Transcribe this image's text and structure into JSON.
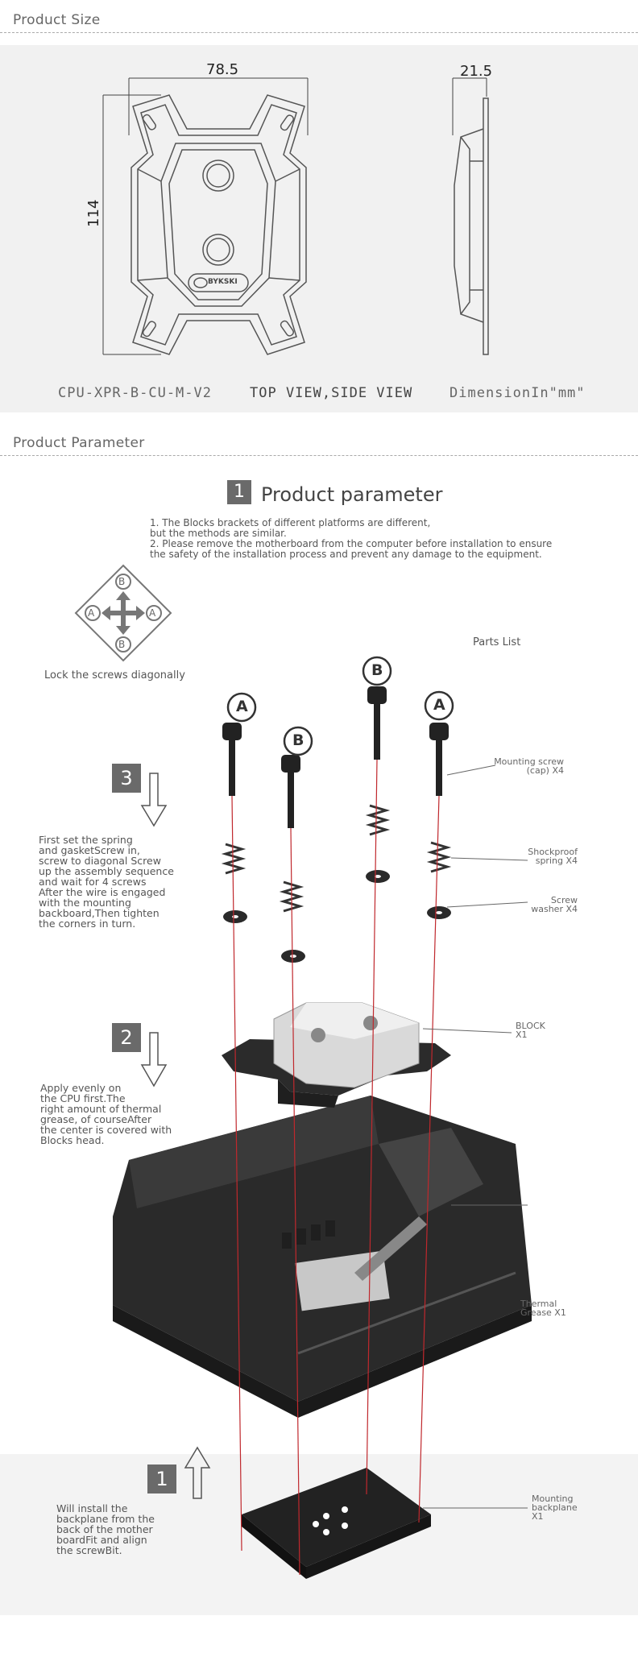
{
  "sections": {
    "size_title": "Product Size",
    "param_title": "Product Parameter"
  },
  "drawing": {
    "width_dim": "78.5",
    "height_dim": "114",
    "depth_dim": "21.5",
    "logo_text": "BYKSKI"
  },
  "captions": {
    "model": "CPU-XPR-B-CU-M-V2",
    "views": "TOP VIEW,SIDE VIEW",
    "units": "DimensionIn\"mm\""
  },
  "parameter": {
    "number": "1",
    "heading": "Product parameter",
    "note": "1. The Blocks  brackets of different platforms are different,\nbut the methods are similar.\n2. Please remove the motherboard from the computer before installation to ensure\nthe safety of the installation process and prevent any damage to the equipment."
  },
  "lock_diagram": {
    "labels": [
      "B",
      "A",
      "A",
      "B"
    ],
    "caption": "Lock the screws diagonally"
  },
  "parts_list_title": "Parts List",
  "screw_labels": [
    "A",
    "B",
    "B",
    "A"
  ],
  "steps": [
    {
      "number": "3",
      "text": "First set the spring\nand gasketScrew in,\nscrew to diagonal Screw\nup the assembly sequence\nand wait for 4 screws\nAfter the wire is engaged\nwith the mounting\nbackboard,Then tighten\nthe corners in turn."
    },
    {
      "number": "2",
      "text": "Apply evenly on\nthe CPU first.The\nright amount of thermal\ngrease, of courseAfter\nthe center is covered with\nBlocks  head."
    },
    {
      "number": "1",
      "text": "Will install the\nbackplane from the\nback of the mother\nboardFit and align\nthe screwBit."
    }
  ],
  "parts": [
    {
      "text": "Mounting screw\n(cap) X4"
    },
    {
      "text": "Shockproof\nspring X4"
    },
    {
      "text": "Screw\nwasher X4"
    },
    {
      "text": "BLOCK\nX1"
    },
    {
      "text": "Thermal\nGrease X1"
    },
    {
      "text": "Mounting\nbackplane\nX1"
    }
  ],
  "colors": {
    "band": "#f1f1f1",
    "box": "#6a6a6a",
    "red_line": "#c0282d"
  }
}
